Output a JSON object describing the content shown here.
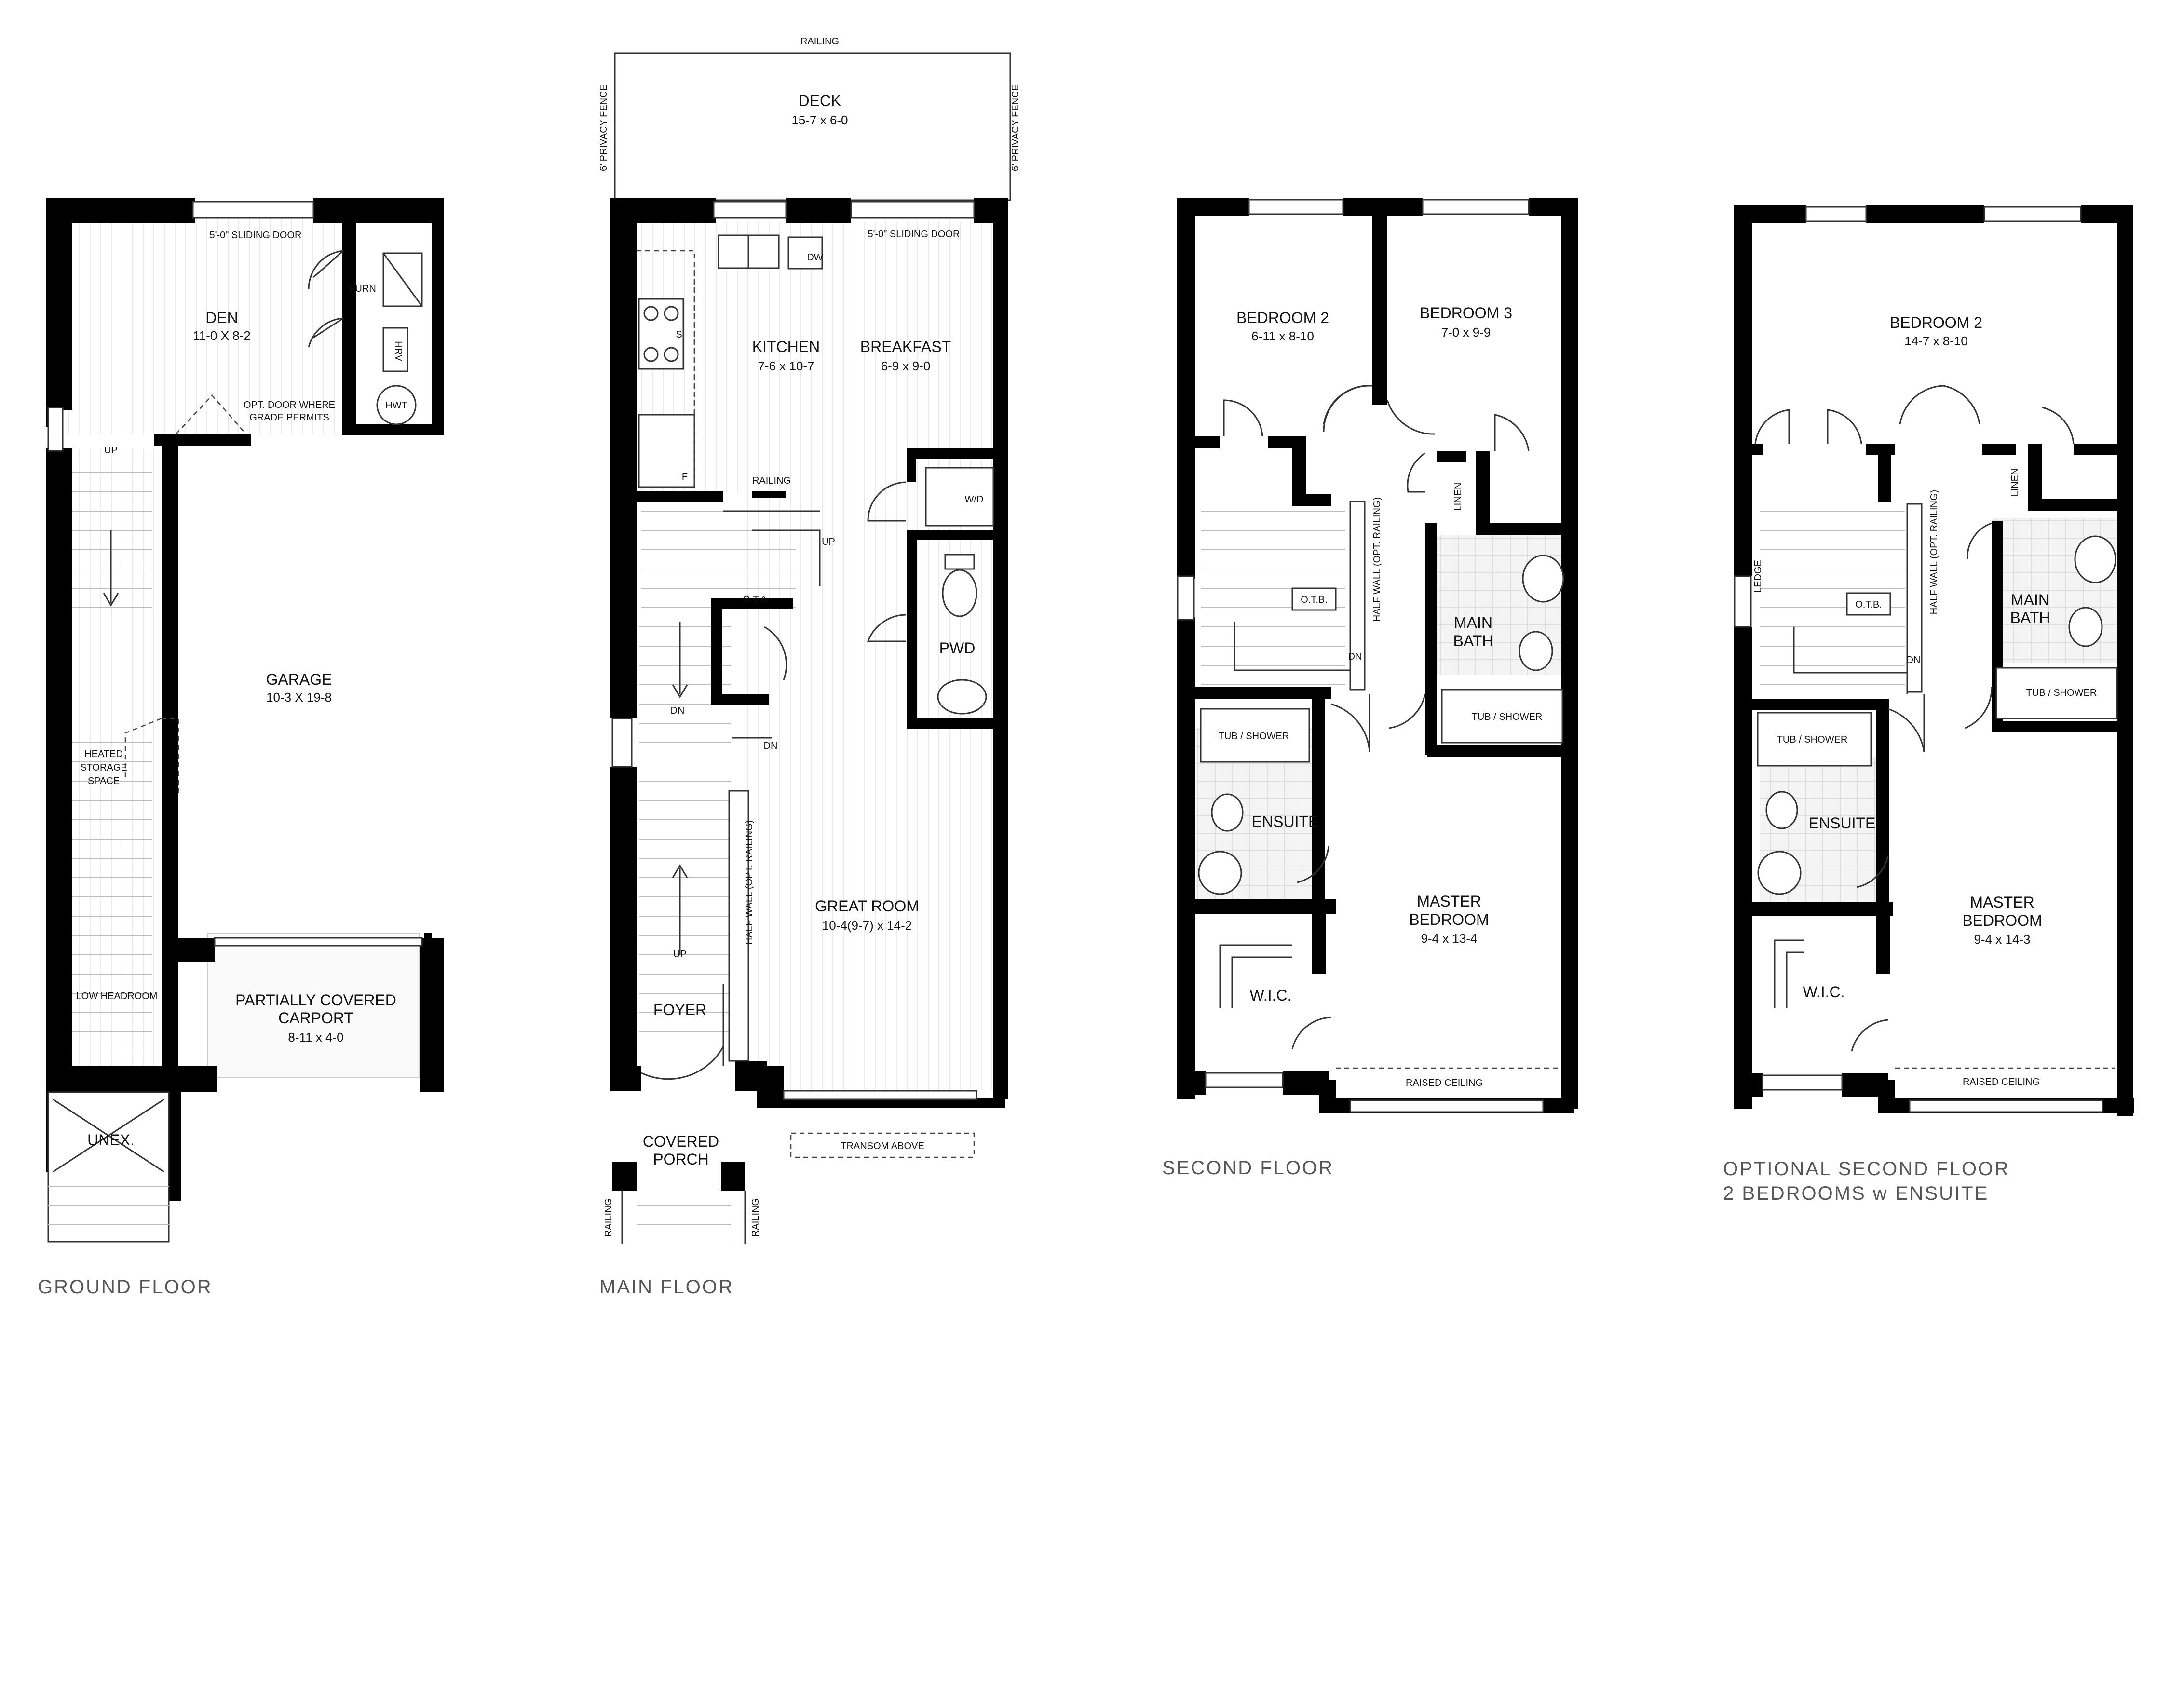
{
  "plans": [
    {
      "caption": "GROUND FLOOR",
      "rooms": [
        {
          "name": "DEN",
          "dims": "11-0 X 8-2"
        },
        {
          "name": "GARAGE",
          "dims": "10-3 X 19-8"
        },
        {
          "name": "PARTIALLY COVERED",
          "name2": "CARPORT",
          "dims": "8-11 x 4-0"
        },
        {
          "name": "UNEX."
        }
      ],
      "labels": {
        "sliding_door": "5'-0\" SLIDING DOOR",
        "furn": "FURN",
        "hrv": "HRV",
        "hwt": "HWT",
        "opt_door_1": "OPT. DOOR WHERE",
        "opt_door_2": "GRADE PERMITS",
        "up": "UP",
        "heated_1": "HEATED",
        "heated_2": "STORAGE",
        "heated_3": "SPACE",
        "low_headroom": "LOW HEADROOM"
      }
    },
    {
      "caption": "MAIN FLOOR",
      "rooms": [
        {
          "name": "DECK",
          "dims": "15-7 x 6-0"
        },
        {
          "name": "KITCHEN",
          "dims": "7-6 x 10-7"
        },
        {
          "name": "BREAKFAST",
          "dims": "6-9 x 9-0"
        },
        {
          "name": "GREAT ROOM",
          "dims": "10-4(9-7) x 14-2"
        },
        {
          "name": "PWD"
        },
        {
          "name": "FOYER"
        },
        {
          "name": "COVERED",
          "name2": "PORCH"
        }
      ],
      "labels": {
        "railing": "RAILING",
        "privacy_fence": "6' PRIVACY FENCE",
        "sliding_door": "5'-0\" SLIDING DOOR",
        "dw": "DW",
        "s": "S",
        "f": "F",
        "wd": "W/D",
        "up": "UP",
        "dn": "DN",
        "ota": "O.T.A.",
        "half_wall": "HALF WALL (OPT. RAILING)",
        "transom": "TRANSOM ABOVE"
      }
    },
    {
      "caption": "SECOND FLOOR",
      "rooms": [
        {
          "name": "BEDROOM 2",
          "dims": "6-11 x 8-10"
        },
        {
          "name": "BEDROOM 3",
          "dims": "7-0 x 9-9"
        },
        {
          "name": "MAIN",
          "name2": "BATH"
        },
        {
          "name": "ENSUITE"
        },
        {
          "name": "MASTER",
          "name2": "BEDROOM",
          "dims": "9-4 x 13-4"
        },
        {
          "name": "W.I.C."
        }
      ],
      "labels": {
        "linen": "LINEN",
        "otb": "O.T.B.",
        "dn": "DN",
        "half_wall": "HALF WALL (OPT. RAILING)",
        "tub_shower": "TUB / SHOWER",
        "raised_ceiling": "RAISED CEILING"
      }
    },
    {
      "caption": "OPTIONAL SECOND FLOOR",
      "caption2": "2 BEDROOMS w ENSUITE",
      "rooms": [
        {
          "name": "BEDROOM 2",
          "dims": "14-7 x 8-10"
        },
        {
          "name": "MAIN",
          "name2": "BATH"
        },
        {
          "name": "ENSUITE"
        },
        {
          "name": "MASTER",
          "name2": "BEDROOM",
          "dims": "9-4 x 14-3"
        },
        {
          "name": "W.I.C."
        }
      ],
      "labels": {
        "linen": "LINEN",
        "ledge": "LEDGE",
        "otb": "O.T.B.",
        "dn": "DN",
        "half_wall": "HALF WALL (OPT. RAILING)",
        "tub_shower": "TUB / SHOWER",
        "raised_ceiling": "RAISED CEILING"
      }
    }
  ]
}
